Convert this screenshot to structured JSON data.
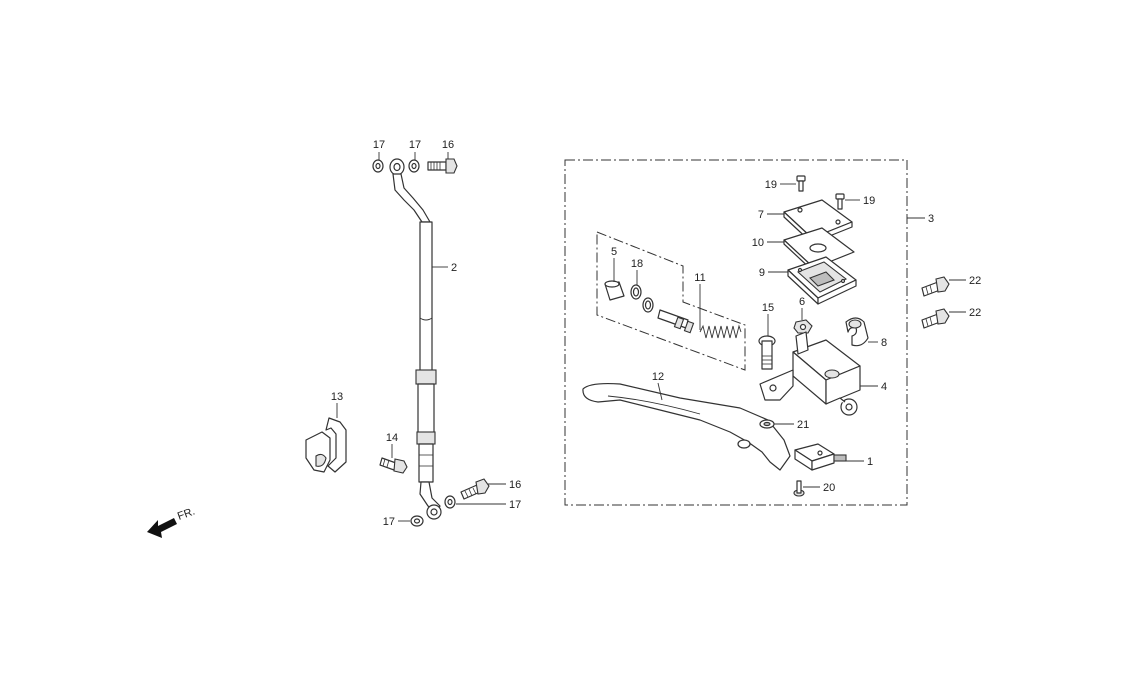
{
  "diagram": {
    "callouts": {
      "c1": "1",
      "c2": "2",
      "c3": "3",
      "c4": "4",
      "c5": "5",
      "c6": "6",
      "c7": "7",
      "c8": "8",
      "c9": "9",
      "c10": "10",
      "c11": "11",
      "c12": "12",
      "c13": "13",
      "c14": "14",
      "c15": "15",
      "c16a": "16",
      "c16b": "16",
      "c17a": "17",
      "c17b": "17",
      "c17c": "17",
      "c17d": "17",
      "c18": "18",
      "c19a": "19",
      "c19b": "19",
      "c20": "20",
      "c21": "21",
      "c22a": "22",
      "c22b": "22"
    },
    "direction_label": "FR."
  }
}
